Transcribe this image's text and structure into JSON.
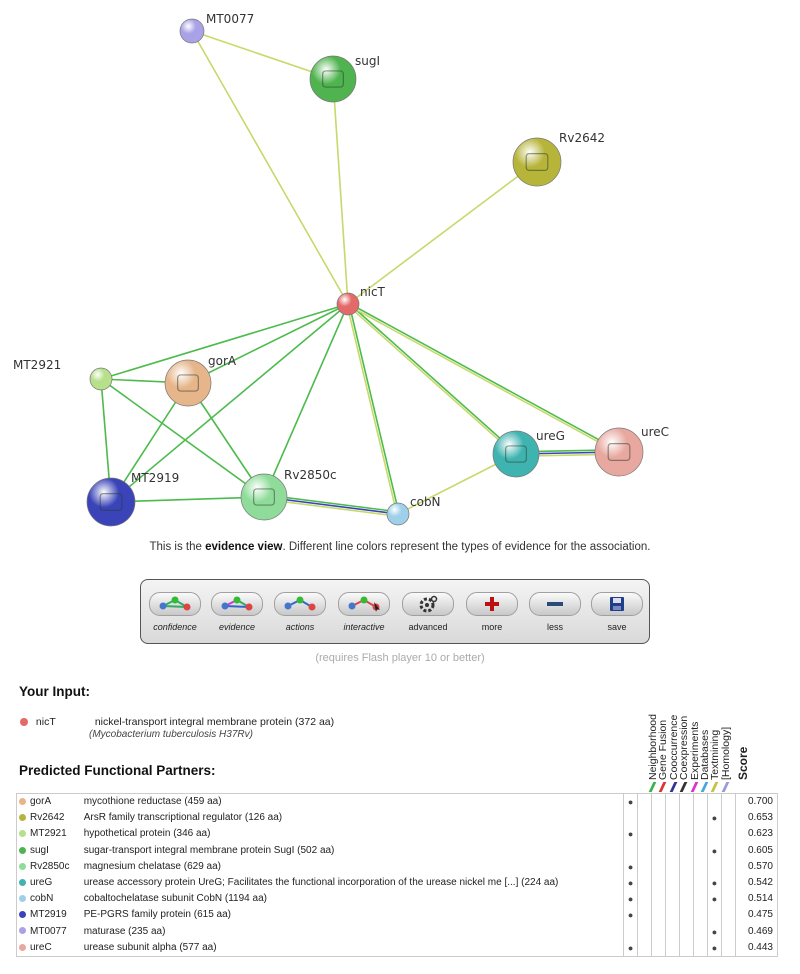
{
  "network": {
    "nodes": [
      {
        "id": "MT0077",
        "label": "MT0077",
        "color": "#a9a2e6"
      },
      {
        "id": "sugI",
        "label": "sugI",
        "color": "#4fb34f"
      },
      {
        "id": "Rv2642",
        "label": "Rv2642",
        "color": "#b7b43a"
      },
      {
        "id": "nicT",
        "label": "nicT",
        "color": "#e46a6a"
      },
      {
        "id": "MT2921",
        "label": "MT2921",
        "color": "#b6e08a"
      },
      {
        "id": "gorA",
        "label": "gorA",
        "color": "#e6b58a"
      },
      {
        "id": "MT2919",
        "label": "MT2919",
        "color": "#3a44b8"
      },
      {
        "id": "Rv2850c",
        "label": "Rv2850c",
        "color": "#8fdc9a"
      },
      {
        "id": "cobN",
        "label": "cobN",
        "color": "#9fd0ea"
      },
      {
        "id": "ureG",
        "label": "ureG",
        "color": "#3fb3b0"
      },
      {
        "id": "ureC",
        "label": "ureC",
        "color": "#e8a8a0"
      }
    ]
  },
  "caption": {
    "prefix": "This is the ",
    "bold": "evidence view",
    "suffix": ". Different line colors represent the types of evidence for the association."
  },
  "toolbar": {
    "buttons": [
      {
        "label": "confidence",
        "icon": "confidence-icon"
      },
      {
        "label": "evidence",
        "icon": "evidence-icon"
      },
      {
        "label": "actions",
        "icon": "actions-icon"
      },
      {
        "label": "interactive",
        "icon": "interactive-icon"
      },
      {
        "label": "advanced",
        "icon": "gear-icon"
      },
      {
        "label": "more",
        "icon": "plus-icon"
      },
      {
        "label": "less",
        "icon": "minus-icon"
      },
      {
        "label": "save",
        "icon": "save-icon"
      }
    ],
    "flash_note": "(requires Flash player 10 or better)"
  },
  "input": {
    "title": "Your Input:",
    "name": "nicT",
    "color": "#e46a6a",
    "desc": "nickel-transport integral membrane protein (372 aa)",
    "organism": "(Mycobacterium tuberculosis H37Rv)"
  },
  "partners": {
    "title": "Predicted Functional Partners:",
    "evidence_headers": [
      "Neighborhood",
      "Gene Fusion",
      "Cooccurrence",
      "Coexpression",
      "Experiments",
      "Databases",
      "Textmining",
      "[Homology]"
    ],
    "score_header": "Score",
    "rows": [
      {
        "name": "gorA",
        "color": "#e6b58a",
        "desc": "mycothione reductase (459 aa)",
        "ev": [
          "●",
          "",
          "",
          "",
          "",
          "",
          "",
          ""
        ],
        "score": "0.700"
      },
      {
        "name": "Rv2642",
        "color": "#b7b43a",
        "desc": "ArsR family transcriptional regulator (126 aa)",
        "ev": [
          "",
          "",
          "",
          "",
          "",
          "",
          "●",
          ""
        ],
        "score": "0.653"
      },
      {
        "name": "MT2921",
        "color": "#b6e08a",
        "desc": "hypothetical protein (346 aa)",
        "ev": [
          "●",
          "",
          "",
          "",
          "",
          "",
          "",
          ""
        ],
        "score": "0.623"
      },
      {
        "name": "sugI",
        "color": "#4fb34f",
        "desc": "sugar-transport integral membrane protein SugI (502 aa)",
        "ev": [
          "",
          "",
          "",
          "",
          "",
          "",
          "●",
          ""
        ],
        "score": "0.605"
      },
      {
        "name": "Rv2850c",
        "color": "#8fdc9a",
        "desc": "magnesium chelatase (629 aa)",
        "ev": [
          "●",
          "",
          "",
          "",
          "",
          "",
          "",
          ""
        ],
        "score": "0.570"
      },
      {
        "name": "ureG",
        "color": "#3fb3b0",
        "desc": "urease accessory protein UreG; Facilitates the functional incorporation of the urease nickel me [...] (224 aa)",
        "ev": [
          "●",
          "",
          "",
          "",
          "",
          "",
          "●",
          ""
        ],
        "score": "0.542"
      },
      {
        "name": "cobN",
        "color": "#9fd0ea",
        "desc": "cobaltochelatase subunit CobN (1194 aa)",
        "ev": [
          "●",
          "",
          "",
          "",
          "",
          "",
          "●",
          ""
        ],
        "score": "0.514"
      },
      {
        "name": "MT2919",
        "color": "#3a44b8",
        "desc": "PE-PGRS family protein (615 aa)",
        "ev": [
          "●",
          "",
          "",
          "",
          "",
          "",
          "",
          ""
        ],
        "score": "0.475"
      },
      {
        "name": "MT0077",
        "color": "#a9a2e6",
        "desc": "maturase (235 aa)",
        "ev": [
          "",
          "",
          "",
          "",
          "",
          "",
          "●",
          ""
        ],
        "score": "0.469"
      },
      {
        "name": "ureC",
        "color": "#e8a8a0",
        "desc": "urease subunit alpha (577 aa)",
        "ev": [
          "●",
          "",
          "",
          "",
          "",
          "",
          "●",
          ""
        ],
        "score": "0.443"
      }
    ]
  }
}
